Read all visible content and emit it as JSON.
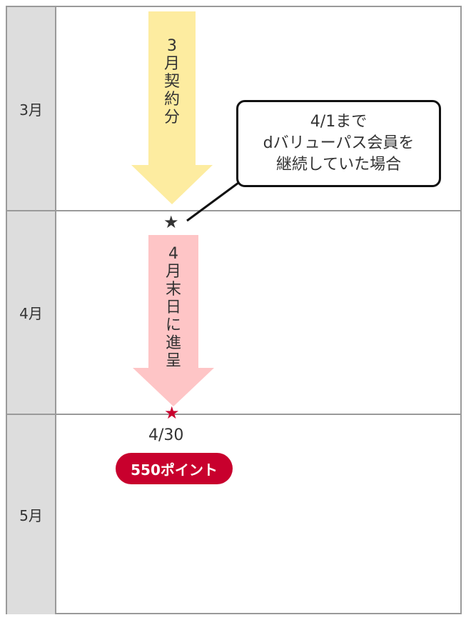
{
  "rows": [
    {
      "month": "3月"
    },
    {
      "month": "4月"
    },
    {
      "month": "5月"
    }
  ],
  "arrows": {
    "march": {
      "text": "3月契約分",
      "chars": [
        "3",
        "月",
        "契",
        "約",
        "分"
      ],
      "color": "#fdeca0"
    },
    "april": {
      "text": "4月末日に進呈",
      "chars": [
        "4",
        "月",
        "末",
        "日",
        "に",
        "進",
        "呈"
      ],
      "color": "#fec5c6"
    }
  },
  "callout": {
    "lines": [
      "4/1まで",
      "dバリューパス会員を",
      "継続していた場合"
    ]
  },
  "markers": {
    "start_star": "★",
    "end_star": "★",
    "start_color": "#333333",
    "end_color": "#c8002d"
  },
  "reward": {
    "date": "4/30",
    "points_label": "550ポイント",
    "badge_color": "#c8002d"
  }
}
